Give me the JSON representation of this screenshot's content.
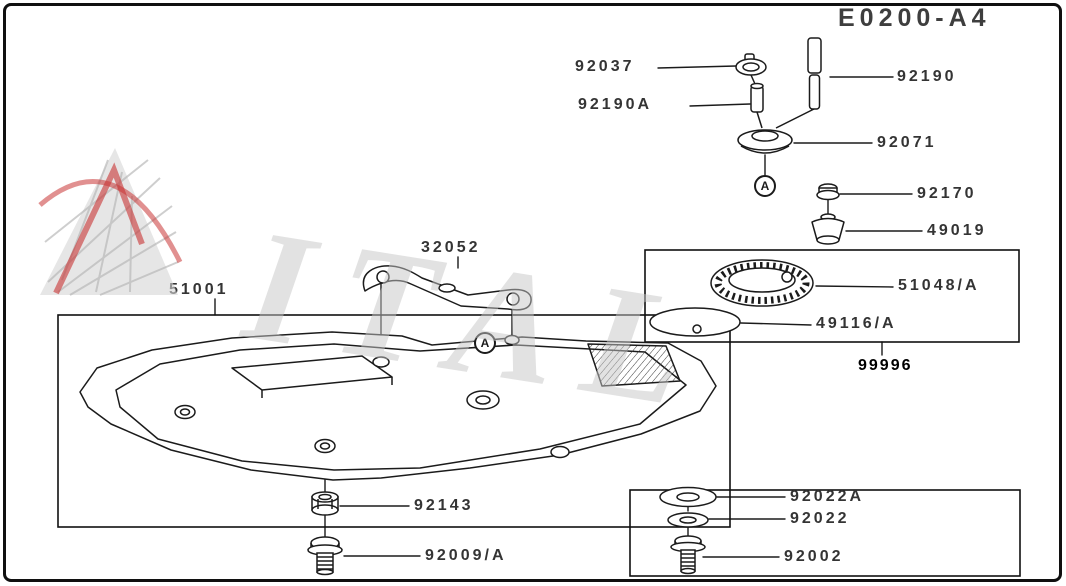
{
  "title": "E0200-A4",
  "watermark": {
    "text": "ITAL"
  },
  "callout_letter": "A",
  "part_labels": {
    "p92037": "92037",
    "p92190": "92190",
    "p92190a": "92190A",
    "p92071": "92071",
    "p92170": "92170",
    "p49019": "49019",
    "p51048a": "51048/A",
    "p49116a": "49116/A",
    "p99996": "99996",
    "p32052": "32052",
    "p51001": "51001",
    "p92143": "92143",
    "p92009a": "92009/A",
    "p92022a": "92022A",
    "p92022": "92022",
    "p92002": "92002"
  }
}
